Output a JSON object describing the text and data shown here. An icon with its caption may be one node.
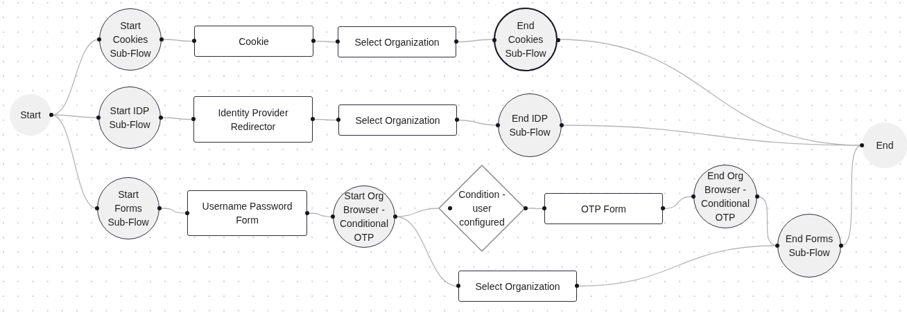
{
  "diagram": {
    "nodes": [
      {
        "text": [
          "Start"
        ]
      },
      {
        "text": [
          "Start Cookies Sub-Flow"
        ]
      },
      {
        "text": [
          "Cookie"
        ]
      },
      {
        "text": [
          "Select Organization"
        ]
      },
      {
        "text": [
          "End Cookies Sub-Flow"
        ]
      },
      {
        "text": [
          "Start IDP Sub-Flow"
        ]
      },
      {
        "text": [
          "Identity Provider Redirector"
        ]
      },
      {
        "text": [
          "Select Organization"
        ]
      },
      {
        "text": [
          "End IDP Sub-Flow"
        ]
      },
      {
        "text": [
          "End"
        ]
      },
      {
        "text": [
          "Start Forms Sub-Flow"
        ]
      },
      {
        "text": [
          "Username Password Form"
        ]
      },
      {
        "text": [
          "Start Org Browser - Conditional OTP"
        ]
      },
      {
        "text": [
          "Condition - user configured"
        ]
      },
      {
        "text": [
          "OTP Form"
        ]
      },
      {
        "text": [
          "End Org Browser - Conditional OTP"
        ]
      },
      {
        "text": [
          "End Forms Sub-Flow"
        ]
      },
      {
        "text": [
          "Select Organization"
        ]
      }
    ],
    "edges": [
      {
        "from": 0,
        "to": 1,
        "arrow": "none"
      },
      {
        "from": 0,
        "to": 5,
        "arrow": "none"
      },
      {
        "from": 0,
        "to": 10,
        "arrow": "none"
      },
      {
        "from": 1,
        "to": 2,
        "arrow": "none"
      },
      {
        "from": 2,
        "to": 3,
        "arrow": "none"
      },
      {
        "from": 3,
        "to": 4,
        "arrow": "none"
      },
      {
        "from": 4,
        "to": 9,
        "arrow": "none"
      },
      {
        "from": 5,
        "to": 6,
        "arrow": "none"
      },
      {
        "from": 6,
        "to": 7,
        "arrow": "none"
      },
      {
        "from": 7,
        "to": 8,
        "arrow": "none"
      },
      {
        "from": 8,
        "to": 9,
        "arrow": "none"
      },
      {
        "from": 10,
        "to": 11,
        "arrow": "none"
      },
      {
        "from": 11,
        "to": 12,
        "arrow": "none"
      },
      {
        "from": 12,
        "to": 13,
        "arrow": "none"
      },
      {
        "from": 12,
        "to": 17,
        "arrow": "none"
      },
      {
        "from": 13,
        "to": 14,
        "arrow": "none"
      },
      {
        "from": 14,
        "to": 15,
        "arrow": "none"
      },
      {
        "from": 15,
        "to": 16,
        "arrow": "none"
      },
      {
        "from": 17,
        "to": 16,
        "arrow": "none"
      },
      {
        "from": 16,
        "to": 9,
        "arrow": "none"
      }
    ]
  }
}
